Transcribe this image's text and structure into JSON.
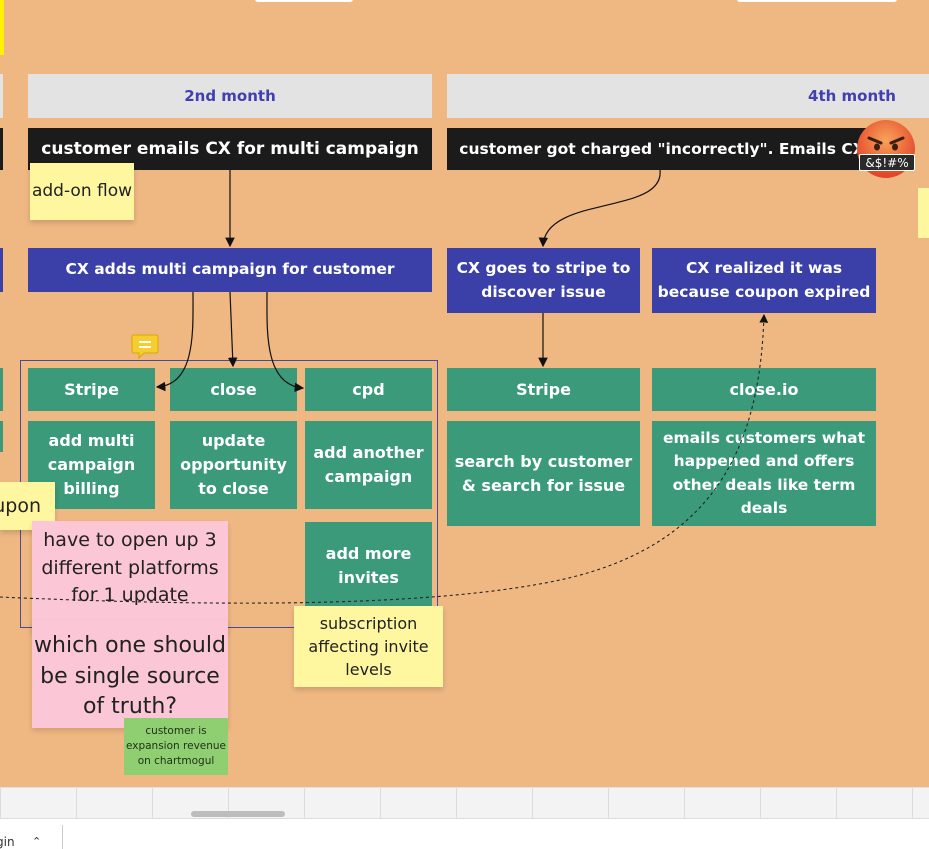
{
  "months": {
    "second": "2nd month",
    "fourth": "4th month"
  },
  "trigger": {
    "multi_campaign": "customer emails CX for multi campaign",
    "charged": "customer got charged \"incorrectly\". Emails CX"
  },
  "emoji_badge": "&$!#%",
  "actions": {
    "adds_multi": "CX adds multi campaign for customer",
    "goes_stripe": "CX goes to stripe to discover issue",
    "realized": "CX realized it was because coupon expired"
  },
  "tools": {
    "stripe": "Stripe",
    "close": "close",
    "cpd": "cpd",
    "stripe2": "Stripe",
    "closeio": "close.io"
  },
  "tasks": {
    "add_billing": "add multi campaign billing",
    "update_opp": "update opportunity to close",
    "add_campaign": "add another campaign",
    "add_invites": "add more invites",
    "search": "search by customer & search for issue",
    "emails": "emails customers what happened and offers other deals like term deals"
  },
  "stickies": {
    "addon": "add-on flow",
    "coupon_partial": "upon",
    "platforms": "have to open up 3 different platforms for 1 update",
    "truth": "which one should be single source of truth?",
    "subscription": "subscription affecting invite levels",
    "expansion": "customer is expansion revenue on chartmogul"
  },
  "footer": {
    "partial_label": "gin"
  },
  "colors": {
    "board": "#efb782",
    "black": "#1b1b1b",
    "blue": "#3b3fa8",
    "green": "#3a9a7a",
    "yellow": "#fff6a0",
    "pink": "#fbc6d6",
    "sticky_green": "#8fcf72",
    "month_bar": "#e3e3e3",
    "frame": "#4a4a9a"
  }
}
